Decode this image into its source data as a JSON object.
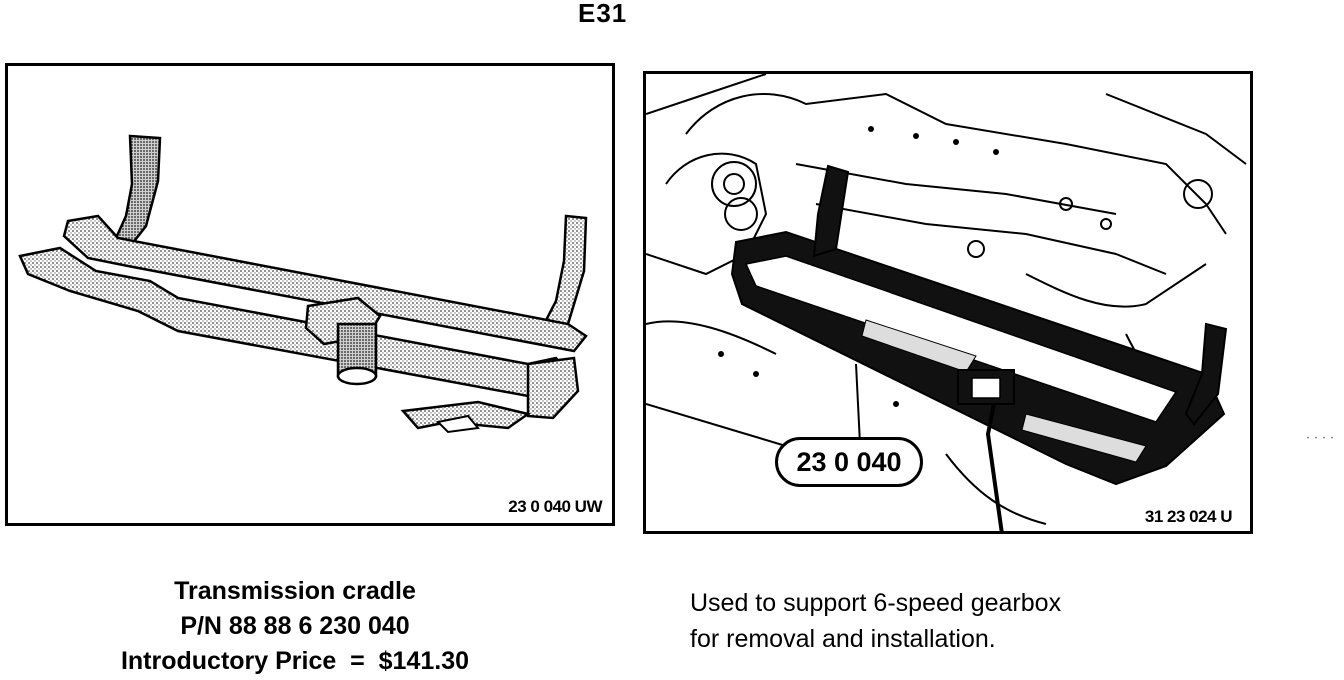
{
  "heading": "E31",
  "left_figure": {
    "code": "23 0 040 UW"
  },
  "right_figure": {
    "code": "31 23 024 U",
    "callout": "23 0 040"
  },
  "tool_caption": {
    "name": "Transmission cradle",
    "part_number": "P/N 88 88 6 230 040",
    "price_line": "Introductory Price  =  $141.30"
  },
  "usage_caption": {
    "line1": "Used to support 6-speed gearbox",
    "line2": "for removal and installation."
  }
}
